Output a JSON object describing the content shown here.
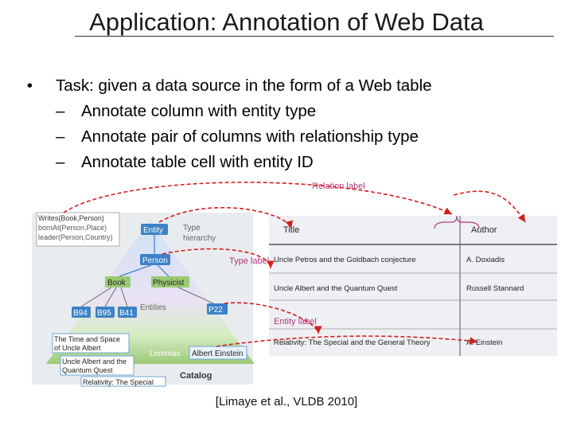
{
  "slide": {
    "title": "Application: Annotation of Web Data",
    "bullet": "Task: given a data source in the form of a Web table",
    "subbullets": [
      "Annotate column with entity type",
      "Annotate pair of columns with relationship type",
      "Annotate table cell with entity ID"
    ],
    "citation": "[Limaye et al., VLDB 2010]"
  },
  "figure": {
    "relation_label": "Relation label",
    "type_label": "Type label",
    "entity_label": "Entity label",
    "relations": [
      "Writes(Book,Person)",
      "bornAt(Person,Place)",
      "leader(Person,Country)"
    ],
    "catalog": {
      "entity": "Entity",
      "type_hierarchy": [
        "Type",
        "hierarchy"
      ],
      "person": "Person",
      "book": "Book",
      "physicist": "Physicist",
      "entities": "Entities",
      "ids": [
        "B94",
        "B95",
        "B41",
        "P22"
      ],
      "lemmas": "Lemmas",
      "einstein": "Albert Einstein",
      "catalog_label": "Catalog",
      "lemma_texts": [
        "The Time and Space",
        "of Uncle Albert",
        "Uncle Albert and the",
        "Quantum Quest",
        "Relativity: The Special"
      ]
    },
    "table": {
      "headers": [
        "Title",
        "Author"
      ],
      "rows": [
        [
          "Uncle Petros and the Goldbach conjecture",
          "A. Doxiadis"
        ],
        [
          "Uncle Albert and the Quantum Quest",
          "Russell Stannard"
        ],
        [
          "Relativity: The Special and the General Theory",
          "A. Einstein"
        ]
      ]
    }
  },
  "colors": {
    "accent_label": "#b03a7e",
    "arrow": "#d11f1f",
    "type_node": "#3d82c6",
    "book_node": "#9acb72"
  }
}
